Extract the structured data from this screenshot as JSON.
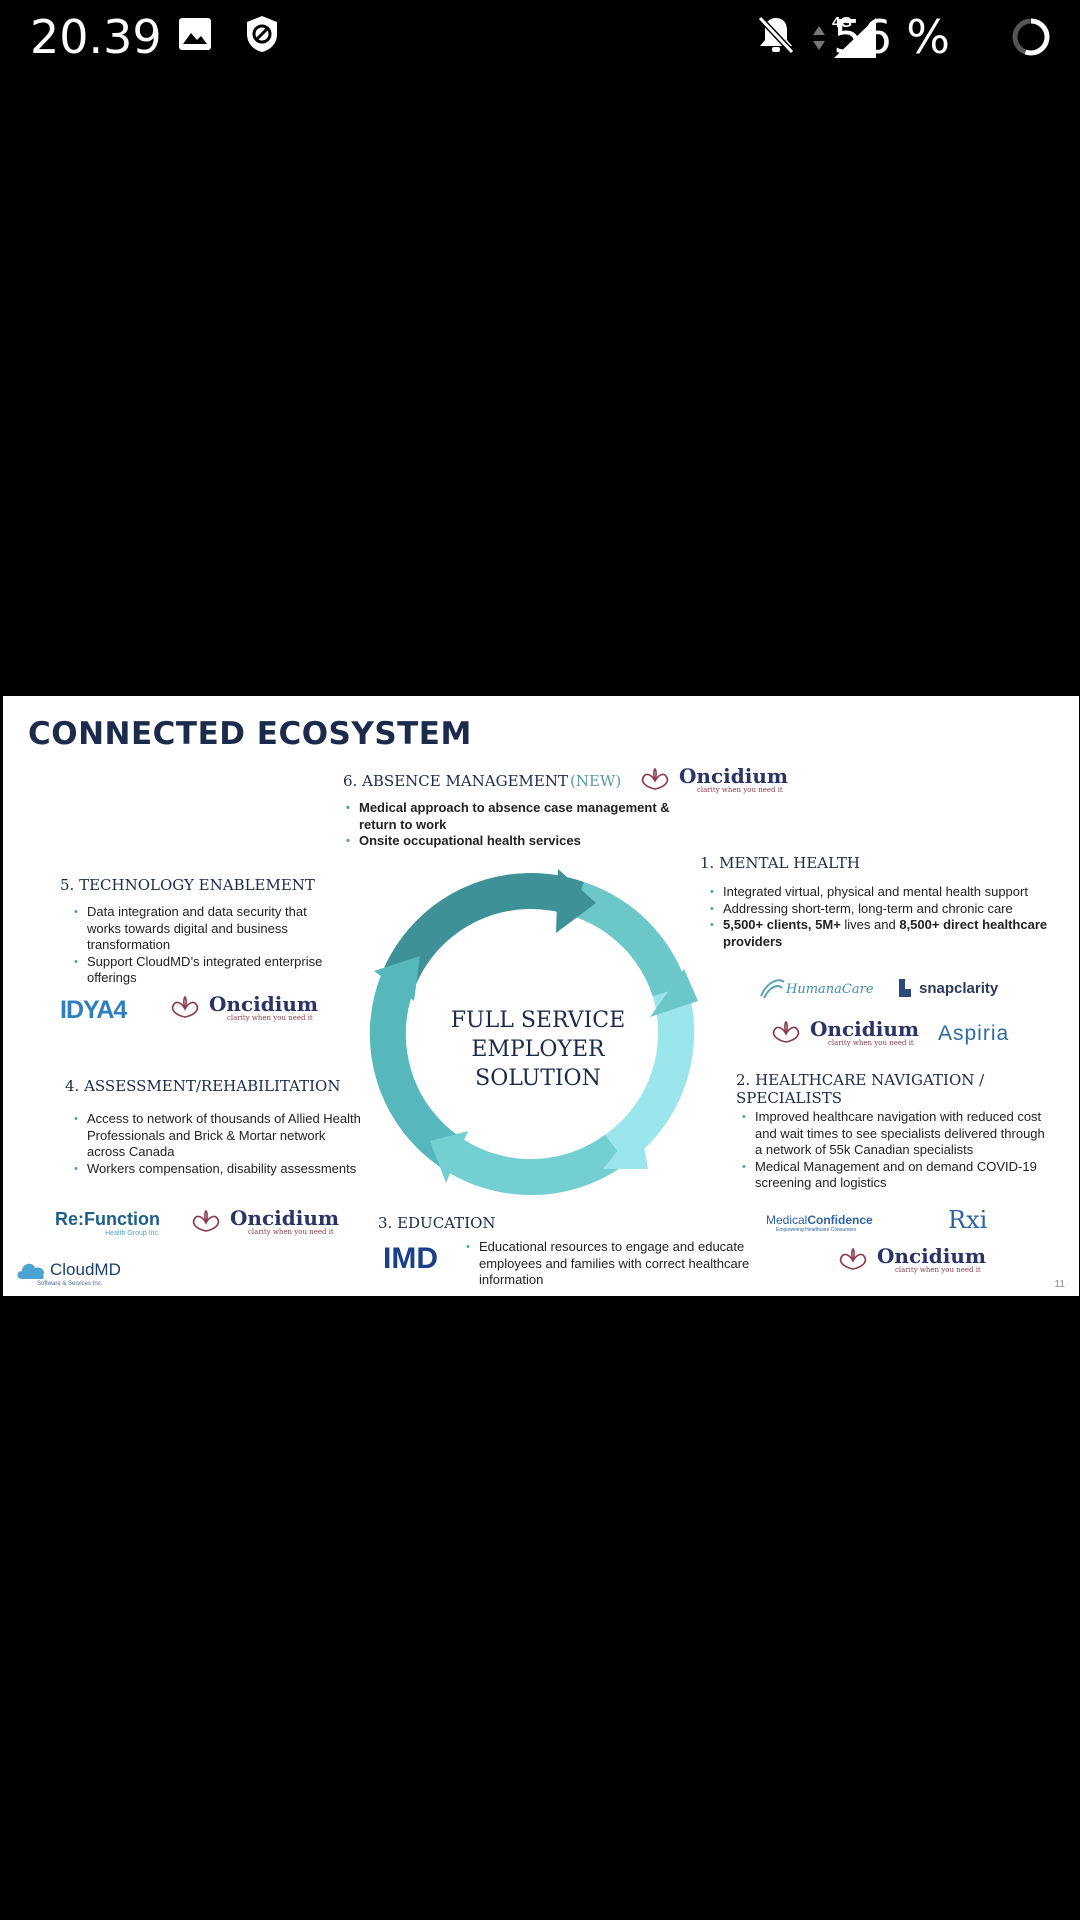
{
  "status_bar": {
    "time": "20.39",
    "network": "4G",
    "battery": "56 %",
    "icons": [
      "image-icon",
      "block-icon",
      "mute-icon",
      "data-arrows-icon",
      "signal-icon",
      "battery-ring-icon"
    ]
  },
  "slide": {
    "title": "CONNECTED ECOSYSTEM",
    "page_number": "11",
    "center_lines": [
      "FULL SERVICE",
      "EMPLOYER",
      "SOLUTION"
    ],
    "colors": {
      "dark_teal": "#3e9297",
      "mid_teal": "#6cc7c9",
      "light_teal": "#9ae6ec",
      "navy": "#1c2b4b"
    },
    "absence": {
      "title": "6. ABSENCE MANAGEMENT",
      "new_tag": "(NEW)",
      "bullets": [
        "Medical approach to absence case management & return to work",
        "Onsite occupational health services"
      ]
    },
    "mental": {
      "title": "1. MENTAL HEALTH",
      "bullets": [
        "Integrated virtual, physical and mental health support",
        "Addressing short-term, long-term and chronic care"
      ],
      "b3_p1": "5,500+ clients, 5M+",
      "b3_p2": " lives and ",
      "b3_p3": "8,500+ direct healthcare providers"
    },
    "tech": {
      "title": "5. TECHNOLOGY ENABLEMENT",
      "bullets": [
        "Data integration and data security that works towards digital and business transformation",
        "Support CloudMD’s integrated enterprise offerings"
      ]
    },
    "assess": {
      "title": "4. ASSESSMENT/REHABILITATION",
      "bullets": [
        "Access to network of thousands of Allied Health Professionals and Brick & Mortar network across Canada",
        "Workers compensation, disability assessments"
      ]
    },
    "nav": {
      "title_l1": "2. HEALTHCARE NAVIGATION /",
      "title_l2": "SPECIALISTS",
      "bullets": [
        "Improved healthcare navigation with reduced cost and wait times to see specialists delivered through a network of 55k Canadian specialists",
        "Medical Management and on demand COVID-19 screening and logistics"
      ]
    },
    "edu": {
      "title": "3. EDUCATION",
      "bullets": [
        "Educational resources to engage and educate employees and families with correct healthcare information"
      ]
    },
    "logos": {
      "oncidium": "Oncidium",
      "oncidium_tag": "clarity when you need it",
      "humanacare": "HumanaCare",
      "snapclarity": "snapclarity",
      "aspiria": "Aspiria",
      "idya4": "IDYA4",
      "refunction": "Re:Function",
      "refunction_sub": "Health Group Inc.",
      "medicalconfidence_a": "Medical",
      "medicalconfidence_b": "Confidence",
      "medicalconfidence_sub": "Empowering Healthcare Consumers",
      "rxi": "Rxi",
      "imd": "IMD",
      "cloudmd": "CloudMD",
      "cloudmd_sub": "Software & Services Inc."
    }
  }
}
